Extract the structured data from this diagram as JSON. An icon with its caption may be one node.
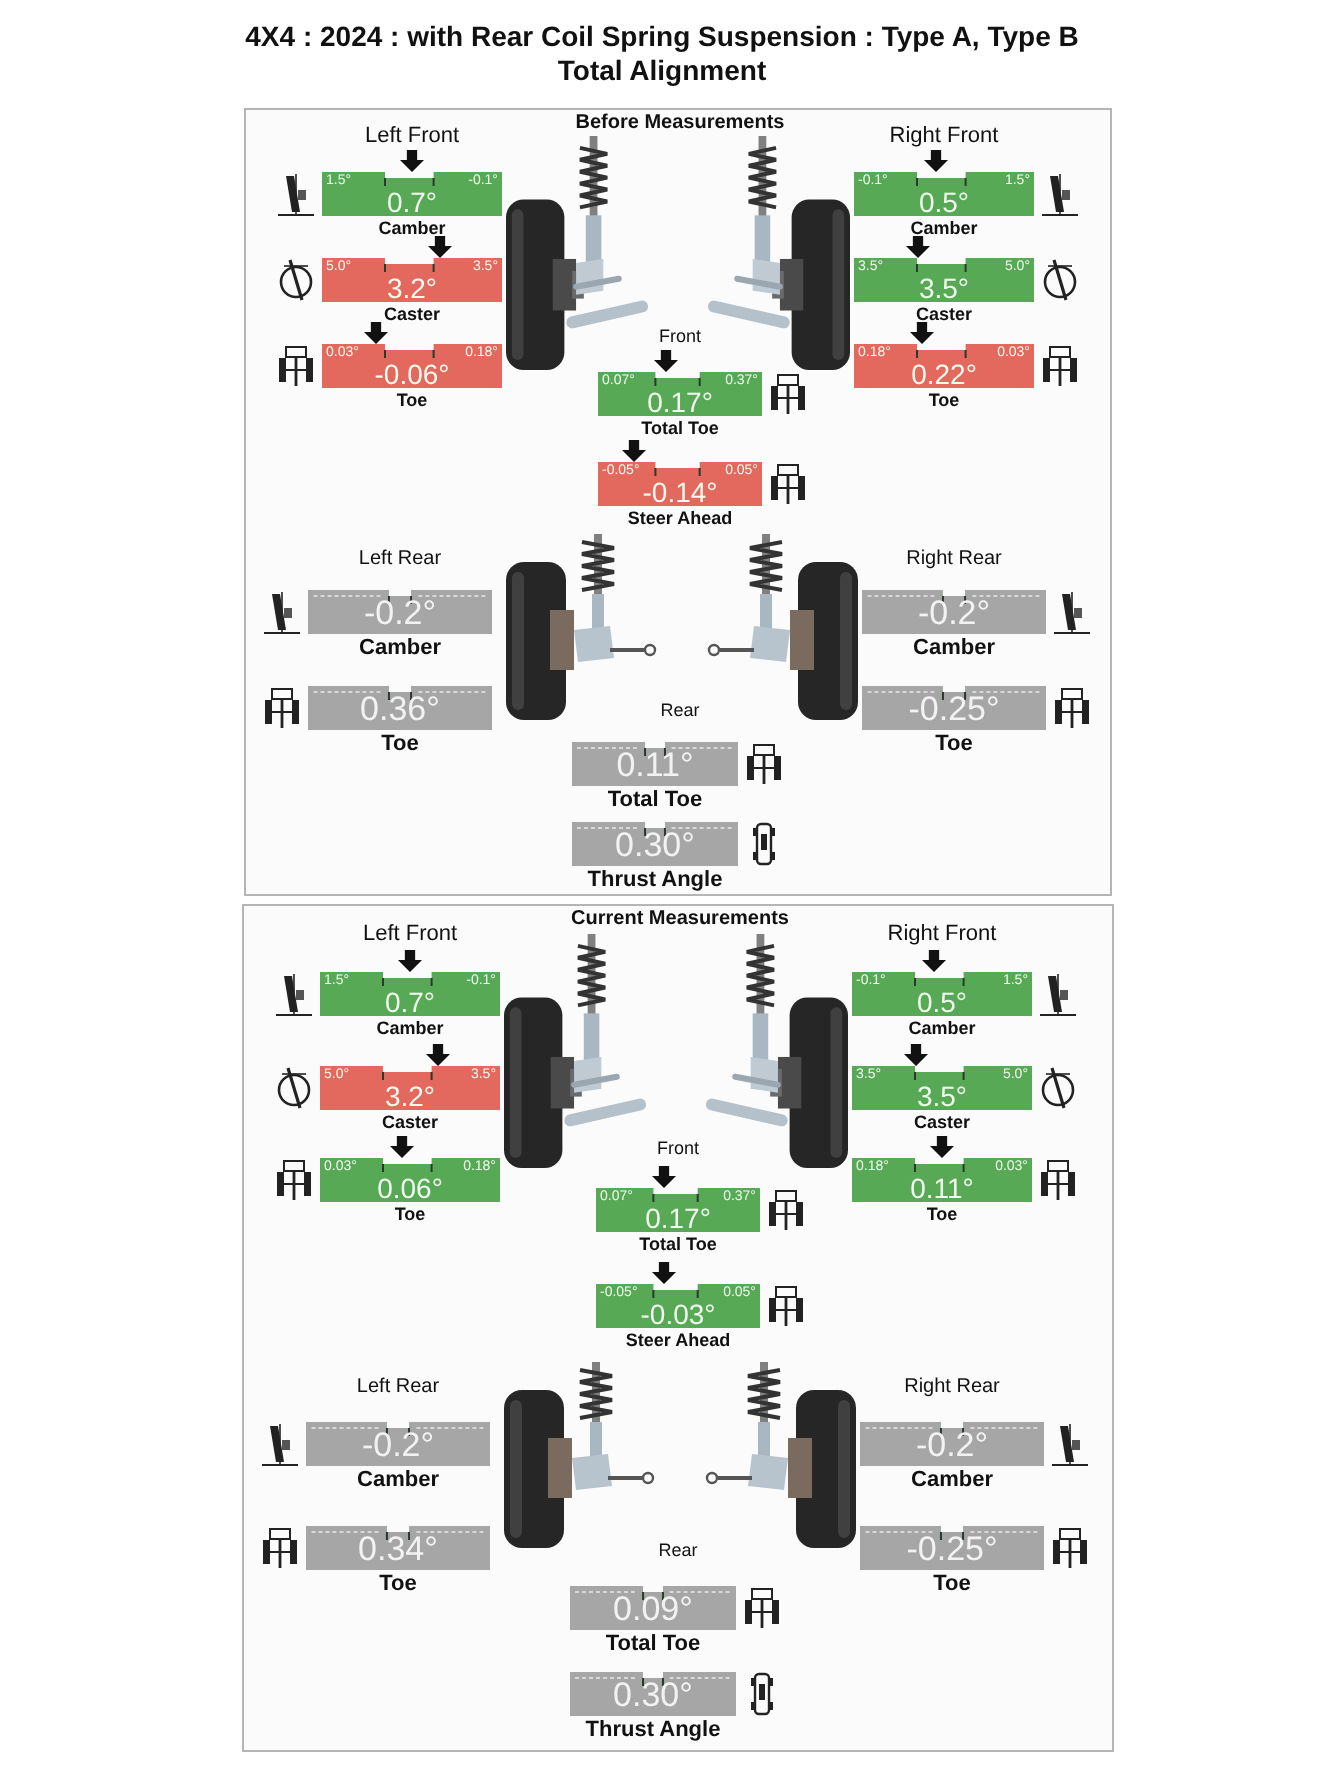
{
  "diagram": {
    "title": "4X4 : 2024 : with Rear Coil Spring Suspension : Type A, Type B",
    "nodes": [
      {
        "text": [
          "Before Measurements"
        ]
      },
      {
        "text": [
          "1.5°",
          "-0.1°",
          "0.7°"
        ],
        "beside": [
          "Camber"
        ],
        "in": 0
      },
      {
        "text": [
          "-0.1°",
          "1.5°",
          "0.5°"
        ],
        "beside": [
          "Camber"
        ],
        "in": 0
      },
      {
        "text": [
          "5.0°",
          "3.5°",
          "3.2°"
        ],
        "beside": [
          "Caster"
        ],
        "in": 0
      },
      {
        "text": [
          "3.5°",
          "5.0°",
          "3.5°"
        ],
        "beside": [
          "Caster"
        ],
        "in": 0
      },
      {
        "text": [
          "0.03°",
          "0.18°",
          "-0.06°"
        ],
        "beside": [
          "Toe"
        ],
        "in": 0
      },
      {
        "text": [
          "0.18°",
          "0.03°",
          "0.22°"
        ],
        "beside": [
          "Toe"
        ],
        "in": 0
      },
      {
        "text": [
          "0.07°",
          "0.37°",
          "0.17°"
        ],
        "beside": [
          "Total Toe"
        ],
        "in": 0
      },
      {
        "text": [
          "-0.05°",
          "0.05°",
          "-0.14°"
        ],
        "beside": [
          "Steer Ahead"
        ],
        "in": 0
      },
      {
        "text": [
          "-0.2°"
        ],
        "beside": [
          "Camber"
        ],
        "in": 0
      },
      {
        "text": [
          "-0.2°"
        ],
        "beside": [
          "Camber"
        ],
        "in": 0
      },
      {
        "text": [
          "0.36°"
        ],
        "beside": [
          "Toe"
        ],
        "in": 0
      },
      {
        "text": [
          "-0.25°"
        ],
        "beside": [
          "Toe"
        ],
        "in": 0
      },
      {
        "text": [
          "0.11°"
        ],
        "beside": [
          "Total Toe"
        ],
        "in": 0
      },
      {
        "text": [
          "0.30°"
        ],
        "beside": [
          "Thrust Angle"
        ],
        "in": 0
      },
      {
        "text": [
          "Current Measurements"
        ]
      },
      {
        "text": [
          "1.5°",
          "-0.1°",
          "0.7°"
        ],
        "beside": [
          "Camber"
        ],
        "in": 15
      },
      {
        "text": [
          "-0.1°",
          "1.5°",
          "0.5°"
        ],
        "beside": [
          "Camber"
        ],
        "in": 15
      },
      {
        "text": [
          "5.0°",
          "3.5°",
          "3.2°"
        ],
        "beside": [
          "Caster"
        ],
        "in": 15
      },
      {
        "text": [
          "3.5°",
          "5.0°",
          "3.5°"
        ],
        "beside": [
          "Caster"
        ],
        "in": 15
      },
      {
        "text": [
          "0.03°",
          "0.18°",
          "0.06°"
        ],
        "beside": [
          "Toe"
        ],
        "in": 15
      },
      {
        "text": [
          "0.18°",
          "0.03°",
          "0.11°"
        ],
        "beside": [
          "Toe"
        ],
        "in": 15
      },
      {
        "text": [
          "0.07°",
          "0.37°",
          "0.17°"
        ],
        "beside": [
          "Total Toe"
        ],
        "in": 15
      },
      {
        "text": [
          "-0.05°",
          "0.05°",
          "-0.03°"
        ],
        "beside": [
          "Steer Ahead"
        ],
        "in": 15
      },
      {
        "text": [
          "-0.2°"
        ],
        "beside": [
          "Camber"
        ],
        "in": 15
      },
      {
        "text": [
          "-0.2°"
        ],
        "beside": [
          "Camber"
        ],
        "in": 15
      },
      {
        "text": [
          "0.34°"
        ],
        "beside": [
          "Toe"
        ],
        "in": 15
      },
      {
        "text": [
          "-0.25°"
        ],
        "beside": [
          "Toe"
        ],
        "in": 15
      },
      {
        "text": [
          "0.09°"
        ],
        "beside": [
          "Total Toe"
        ],
        "in": 15
      },
      {
        "text": [
          "0.30°"
        ],
        "beside": [
          "Thrust Angle"
        ],
        "in": 15
      }
    ],
    "labels": [
      "Total Alignment",
      "Left Front",
      "Right Front",
      "Front",
      "Left Rear",
      "Right Rear",
      "Rear",
      "Left Front",
      "Right Front",
      "Front",
      "Left Rear",
      "Right Rear",
      "Rear"
    ]
  }
}
